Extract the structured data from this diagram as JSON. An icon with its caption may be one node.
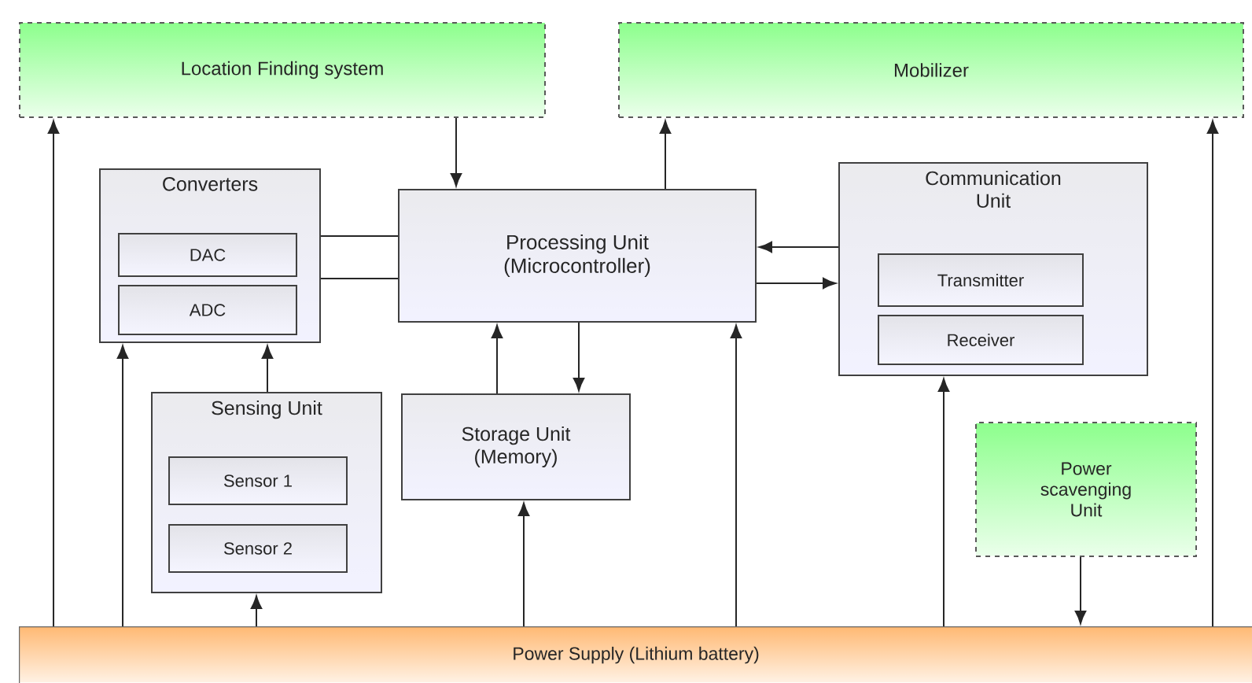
{
  "diagram": {
    "nodes": [
      {
        "text": [
          "Location Finding system"
        ]
      },
      {
        "text": [
          "Mobilizer"
        ]
      },
      {
        "text": [
          "Converters"
        ]
      },
      {
        "text": [
          "DAC"
        ],
        "in": 2
      },
      {
        "text": [
          "ADC"
        ],
        "in": 2
      },
      {
        "text": [
          "Processing Unit (Microcontroller)"
        ]
      },
      {
        "text": [
          "Communication Unit"
        ]
      },
      {
        "text": [
          "Transmitter"
        ],
        "in": 6
      },
      {
        "text": [
          "Receiver"
        ],
        "in": 6
      },
      {
        "text": [
          "Sensing Unit"
        ]
      },
      {
        "text": [
          "Sensor 1"
        ],
        "in": 9
      },
      {
        "text": [
          "Sensor 2"
        ],
        "in": 9
      },
      {
        "text": [
          "Storage Unit (Memory)"
        ]
      },
      {
        "text": [
          "Power scavenging Unit"
        ]
      },
      {
        "text": [
          "Power Supply (Lithium battery)"
        ]
      }
    ],
    "edges": [
      {
        "from": 0,
        "to": 5,
        "arrow": "to"
      },
      {
        "from": 5,
        "to": 1,
        "arrow": "to"
      },
      {
        "from": 2,
        "to": 5,
        "arrow": "none"
      },
      {
        "from": 2,
        "to": 5,
        "arrow": "none"
      },
      {
        "from": 6,
        "to": 5,
        "arrow": "to"
      },
      {
        "from": 5,
        "to": 6,
        "arrow": "to"
      },
      {
        "from": 9,
        "to": 2,
        "arrow": "to"
      },
      {
        "from": 12,
        "to": 5,
        "arrow": "to"
      },
      {
        "from": 5,
        "to": 12,
        "arrow": "to"
      },
      {
        "from": 14,
        "to": 0,
        "arrow": "to"
      },
      {
        "from": 14,
        "to": 2,
        "arrow": "to"
      },
      {
        "from": 14,
        "to": 9,
        "arrow": "to"
      },
      {
        "from": 14,
        "to": 12,
        "arrow": "to"
      },
      {
        "from": 14,
        "to": 5,
        "arrow": "to"
      },
      {
        "from": 14,
        "to": 6,
        "arrow": "to"
      },
      {
        "from": 13,
        "to": 14,
        "arrow": "to"
      },
      {
        "from": 14,
        "to": 1,
        "arrow": "to"
      }
    ]
  }
}
